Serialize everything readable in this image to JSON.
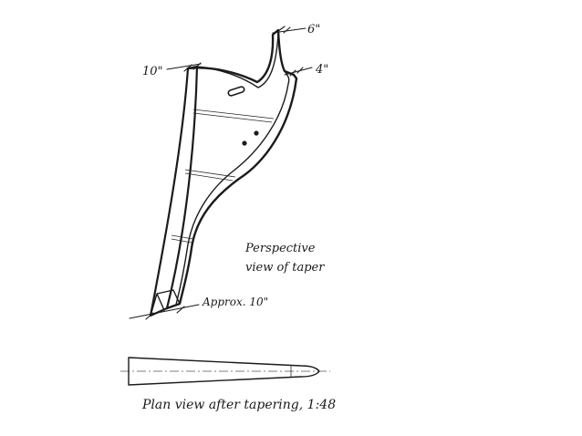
{
  "figure": {
    "dimensions": {
      "top_width": "6\"",
      "top_left": "10\"",
      "right_depth": "4\"",
      "bottom_width": "Approx. 10\""
    },
    "perspective_caption": {
      "line1": "Perspective",
      "line2": "view of taper"
    },
    "plan_caption": "Plan view after tapering, 1:48"
  }
}
